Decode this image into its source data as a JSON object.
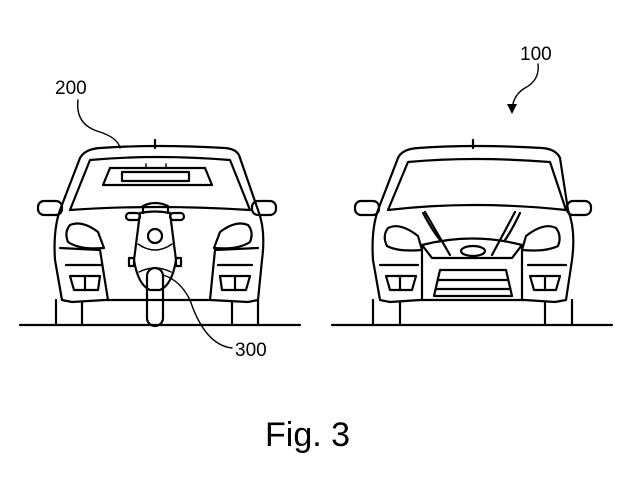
{
  "figure": {
    "caption": "Fig. 3",
    "labels": {
      "vehicle_with_scooter": "200",
      "vehicle": "100",
      "scooter": "300"
    },
    "colors": {
      "ink": "#000000",
      "paper": "#ffffff"
    }
  }
}
